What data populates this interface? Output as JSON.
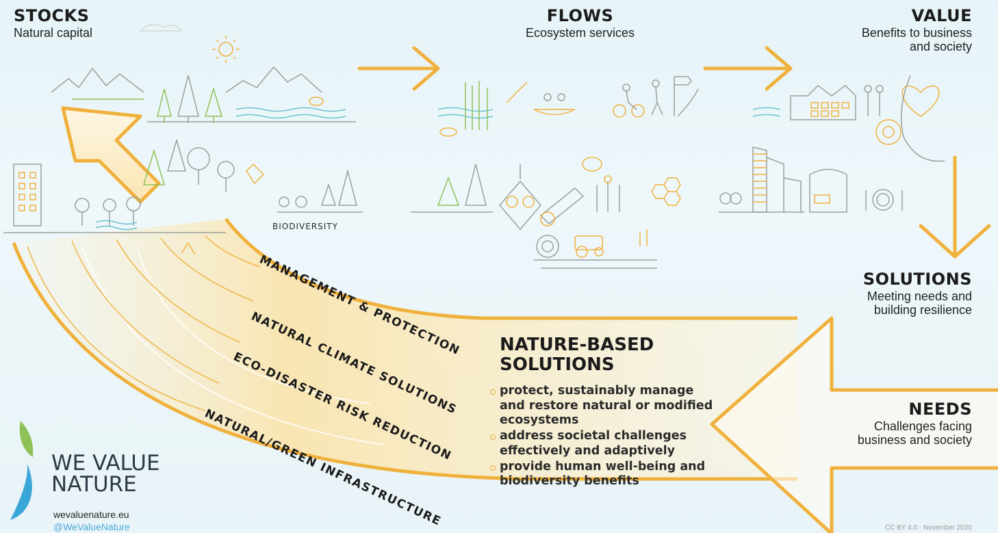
{
  "headers": {
    "stocks": {
      "title": "STOCKS",
      "subtitle": "Natural capital"
    },
    "flows": {
      "title": "FLOWS",
      "subtitle": "Ecosystem services"
    },
    "value": {
      "title": "VALUE",
      "subtitle_line1": "Benefits to business",
      "subtitle_line2": "and society"
    },
    "solutions": {
      "title": "SOLUTIONS",
      "subtitle_line1": "Meeting needs and",
      "subtitle_line2": "building resilience"
    },
    "needs": {
      "title": "NEEDS",
      "subtitle_line1": "Challenges facing",
      "subtitle_line2": "business and society"
    }
  },
  "biodiversity_label": "BIODIVERSITY",
  "arc_labels": [
    "MANAGEMENT & PROTECTION",
    "NATURAL CLIMATE SOLUTIONS",
    "ECO-DISASTER RISK REDUCTION",
    "NATURAL/GREEN INFRASTRUCTURE"
  ],
  "nbs": {
    "title_line1": "NATURE-BASED",
    "title_line2": "SOLUTIONS",
    "bullets": [
      "protect, sustainably manage and restore natural or modified ecosystems",
      "address societal challenges effectively and adaptively",
      "provide human well-being and biodiversity benefits"
    ]
  },
  "logo": {
    "line1": "WE VALUE",
    "line2": "NATURE",
    "icon": "leaf-drop-logo-icon"
  },
  "website": "wevaluenature.eu",
  "twitter": "@WeValueNature",
  "license": "CC BY 4.0 · November 2020",
  "colors": {
    "accent": "#f0b13c",
    "arrow_fill": "#fbe3a8",
    "illustration": "#9aa09a",
    "teal": "#6cc3cf",
    "logo_blue": "#3aa6d8",
    "logo_green": "#8fc157"
  }
}
